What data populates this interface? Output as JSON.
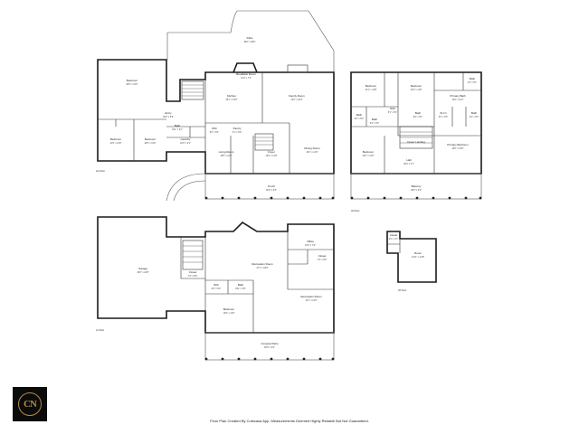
{
  "footer": "Floor Plan Created By Cubicasa App. Measurements Deemed Highly Reliable But Not Guaranteed.",
  "logo": {
    "letters": "CN"
  },
  "floors": {
    "second": "2nd floor",
    "first": "1st floor",
    "third": "3rd floor",
    "fourth": "4th floor"
  },
  "rooms": {
    "patio": {
      "name": "Patio",
      "dim": "39'6\" x 28'0\""
    },
    "bedroom_a": {
      "name": "Bedroom",
      "dim": "20'6\" x 15'2\""
    },
    "bedroom_b": {
      "name": "Bedroom",
      "dim": "11'6\" x 13'0\""
    },
    "bedroom_c": {
      "name": "Bedroom",
      "dim": "10'9\" x 12'6\""
    },
    "entry": {
      "name": "Entry",
      "dim": "20'6\" x 8'6\""
    },
    "bath_2": {
      "name": "Bath",
      "dim": "8'11\" x 5'1\""
    },
    "laundry": {
      "name": "Laundry",
      "dim": "10'0\" x 6'1\""
    },
    "wic": {
      "name": "WIC",
      "dim": "6'0\" x 5'1\""
    },
    "pantry": {
      "name": "Pantry",
      "dim": "4'1\" x 5'0\""
    },
    "breakfast": {
      "name": "Breakfast Room",
      "dim": "13'2\" x 7'2\""
    },
    "kitchen": {
      "name": "Kitchen",
      "dim": "18'1\" x 15'0\""
    },
    "family": {
      "name": "Family Room",
      "dim": "24'0\" x 16'3\""
    },
    "living": {
      "name": "Living Room",
      "dim": "15'8\" x 12'8\""
    },
    "foyer": {
      "name": "Foyer",
      "dim": "12'9\" x 14'9\""
    },
    "dining": {
      "name": "Dining Room",
      "dim": "16'1\" x 14'0\""
    },
    "porch": {
      "name": "Porch",
      "dim": "60'0\" x 6'0\""
    },
    "bath_u1": {
      "name": "Bath",
      "dim": "6'0\" x 5'3\""
    },
    "bedroom_u1": {
      "name": "Bedroom",
      "dim": "12'1\" x 11'8\""
    },
    "bedroom_u2": {
      "name": "Bedroom",
      "dim": "12'3\" x 11'8\""
    },
    "wic_u": {
      "name": "WIC",
      "dim": "5'1\" x 5'1\""
    },
    "bath_u2": {
      "name": "Bath",
      "dim": "8'0\" x 5'1\""
    },
    "primary_bath": {
      "name": "Primary Bath",
      "dim": "16'0\" x 10'1\""
    },
    "bath_u3": {
      "name": "Bath",
      "dim": "4'4\" x 5'1\""
    },
    "bath_u4": {
      "name": "Bath",
      "dim": "6'4\" x 5'3\""
    },
    "wic_u2": {
      "name": "W.I.C",
      "dim": "6'4\" x 5'3\""
    },
    "bath_u5": {
      "name": "Bath",
      "dim": "6'4\" x 5'3\""
    },
    "upper_landing": {
      "name": "Upper Landing",
      "dim": ""
    },
    "bedroom_u3": {
      "name": "Bedroom",
      "dim": "13'0\" x 12'0\""
    },
    "hall_u": {
      "name": "Hall",
      "dim": "30'0\" x 4'7\""
    },
    "primary_bedroom": {
      "name": "Primary Bedroom",
      "dim": "18'5\" x 15'0\""
    },
    "balcony": {
      "name": "Balcony",
      "dim": "46'0\" x 6'0\""
    },
    "garage": {
      "name": "Garage",
      "dim": "26'0\" x 24'8\""
    },
    "office": {
      "name": "Office",
      "dim": "10'0\" x 7'0\""
    },
    "closet": {
      "name": "Closet",
      "dim": "7'0\" x 8'0\""
    },
    "recreation": {
      "name": "Recreation Room",
      "dim": "27'1\" x 18'0\""
    },
    "wic_b": {
      "name": "WIC",
      "dim": "6'0\" x 5'0\""
    },
    "bath_b": {
      "name": "Bath",
      "dim": "8'11\" x 5'0\""
    },
    "bedroom_b1": {
      "name": "Bedroom",
      "dim": "13'0\" x 11'6\""
    },
    "rec_room_2": {
      "name": "Recreation Room",
      "dim": "13'1\" x 12'6\""
    },
    "covered_patio": {
      "name": "Covered Patio",
      "dim": "60'0\" x 6'0\""
    },
    "attic_closet": {
      "name": "Closet",
      "dim": "4'0\" x 4'7\""
    },
    "attic_room": {
      "name": "Room",
      "dim": "12'11\" x 14'8\""
    }
  }
}
